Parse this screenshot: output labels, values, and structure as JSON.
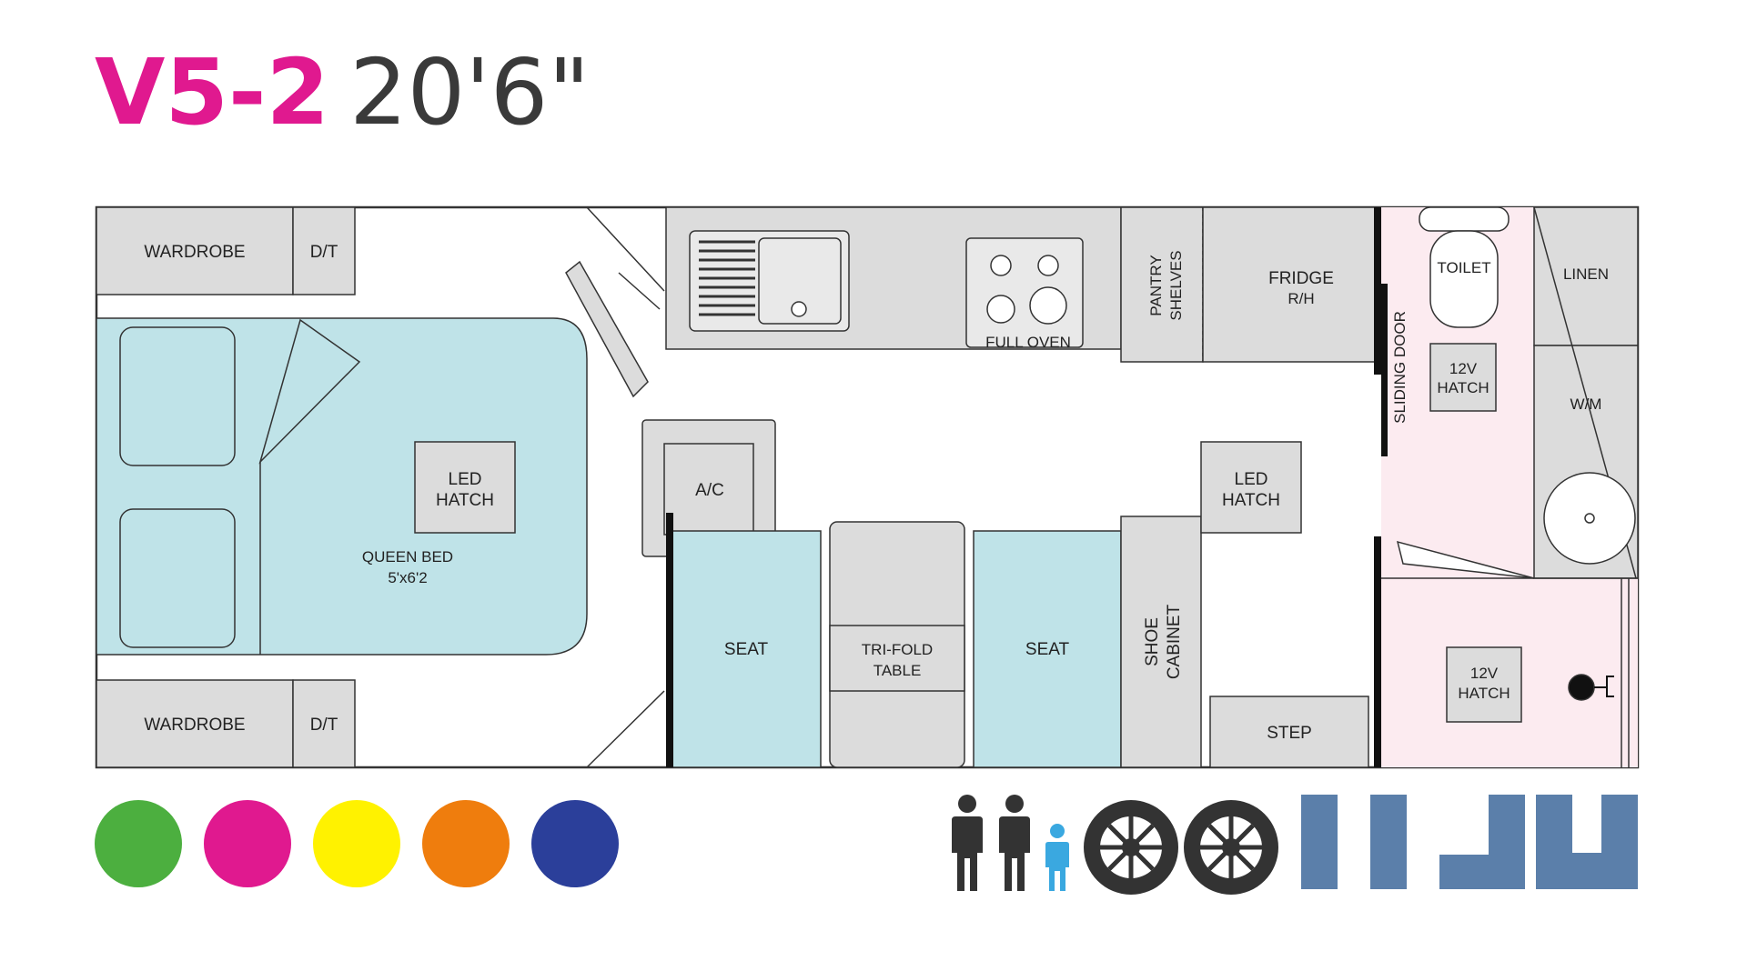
{
  "header": {
    "model": "V5-2",
    "length": "20'6\""
  },
  "floorplan": {
    "labels": {
      "wardrobe_top": "WARDROBE",
      "dt_top": "D/T",
      "wardrobe_bottom": "WARDROBE",
      "dt_bottom": "D/T",
      "led_hatch_bed": [
        "LED",
        "HATCH"
      ],
      "queen_bed": [
        "QUEEN BED",
        "5'x6'2"
      ],
      "ac": "A/C",
      "full_oven": "FULL OVEN",
      "pantry": [
        "PANTRY",
        "SHELVES"
      ],
      "fridge": [
        "FRIDGE",
        "R/H"
      ],
      "sliding_door": "SLIDING DOOR",
      "toilet": "TOILET",
      "hatch_12v_toilet": [
        "12V",
        "HATCH"
      ],
      "linen": "LINEN",
      "wm": "W/M",
      "led_hatch_right": [
        "LED",
        "HATCH"
      ],
      "seat_left": "SEAT",
      "table": [
        "TRI-FOLD",
        "TABLE"
      ],
      "seat_right": "SEAT",
      "shoe_cabinet": [
        "SHOE",
        "CABINET"
      ],
      "step": "STEP",
      "hatch_12v_shower": [
        "12V",
        "HATCH"
      ]
    }
  },
  "colour_options": [
    {
      "name": "green",
      "color": "#4caf3f"
    },
    {
      "name": "pink",
      "color": "#e0198f"
    },
    {
      "name": "yellow",
      "color": "#fff200"
    },
    {
      "name": "orange",
      "color": "#ef7d0d"
    },
    {
      "name": "blue",
      "color": "#2b3f9a"
    }
  ],
  "features": {
    "icons": [
      "adult-person-icon",
      "adult-person-icon",
      "child-person-icon",
      "tyre-icon",
      "tyre-icon",
      "seat-layout-icon",
      "seat-layout-icon",
      "seat-layout-icon",
      "seat-layout-icon"
    ],
    "colors": {
      "person": "#333333",
      "child": "#3aa8e0",
      "tyre": "#333333",
      "layout": "#5b7faa"
    }
  },
  "colors": {
    "light_blue": "#bfe3e8",
    "grey": "#dcdcdc",
    "pink_wet": "#fcebf0",
    "outline": "#333333"
  }
}
